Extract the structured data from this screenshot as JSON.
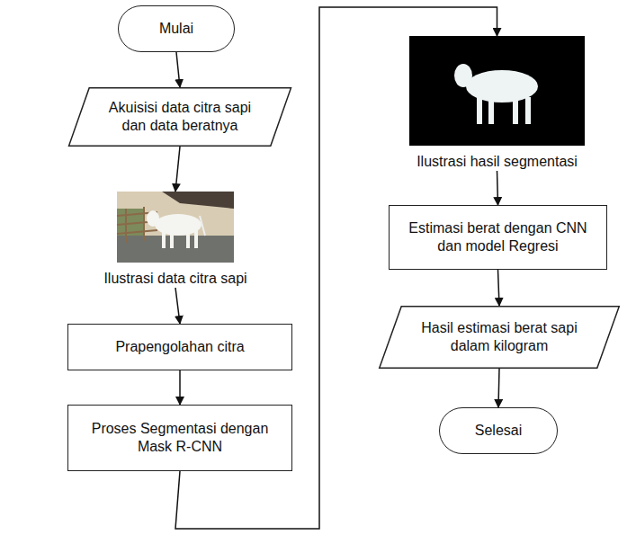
{
  "diagram": {
    "nodes": [
      {
        "text": [
          "Mulai"
        ]
      },
      {
        "text": [
          "Akuisisi data citra sapi dan data beratnya"
        ]
      },
      {
        "text": [
          "Ilustrasi data citra sapi"
        ]
      },
      {
        "text": [
          "Prapengolahan citra"
        ]
      },
      {
        "text": [
          "Proses Segmentasi dengan Mask R-CNN"
        ]
      },
      {
        "text": [
          "Ilustrasi hasil segmentasi"
        ]
      },
      {
        "text": [
          "Estimasi berat dengan CNN dan model Regresi"
        ]
      },
      {
        "text": [
          "Hasil estimasi berat sapi dalam kilogram"
        ]
      },
      {
        "text": [
          "Selesai"
        ]
      }
    ],
    "edges": [
      {
        "from": 0,
        "to": 1,
        "arrow": "to"
      },
      {
        "from": 1,
        "to": 2,
        "arrow": "to"
      },
      {
        "from": 2,
        "to": 3,
        "arrow": "to"
      },
      {
        "from": 3,
        "to": 4,
        "arrow": "to"
      },
      {
        "from": 4,
        "to": 5,
        "arrow": "to"
      },
      {
        "from": 5,
        "to": 6,
        "arrow": "to"
      },
      {
        "from": 6,
        "to": 7,
        "arrow": "to"
      },
      {
        "from": 7,
        "to": 8,
        "arrow": "to"
      }
    ]
  }
}
